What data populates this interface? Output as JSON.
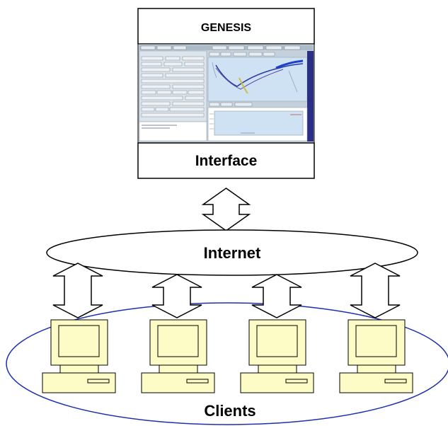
{
  "title": "GENESIS",
  "interface_label": "Interface",
  "internet_label": "Internet",
  "clients_label": "Clients",
  "client_count": 4,
  "colors": {
    "stroke": "#000000",
    "clients_ellipse": "#1f2fb0",
    "computer_fill": "#fdfbc6",
    "screenshot_panel": "#d9e3ec",
    "screenshot_plot": "#cfe2f4",
    "screenshot_edge": "#2b2f86"
  },
  "icons": [
    "computer-icon",
    "double-headed-arrow-icon"
  ]
}
